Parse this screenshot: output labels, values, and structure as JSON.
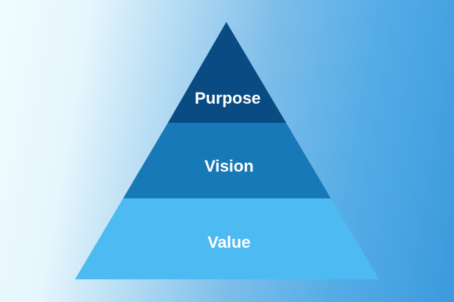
{
  "pyramid": {
    "levels": [
      {
        "label": "Purpose",
        "color": "#0a4b84"
      },
      {
        "label": "Vision",
        "color": "#1879b9"
      },
      {
        "label": "Value",
        "color": "#4dbbf2"
      }
    ]
  }
}
